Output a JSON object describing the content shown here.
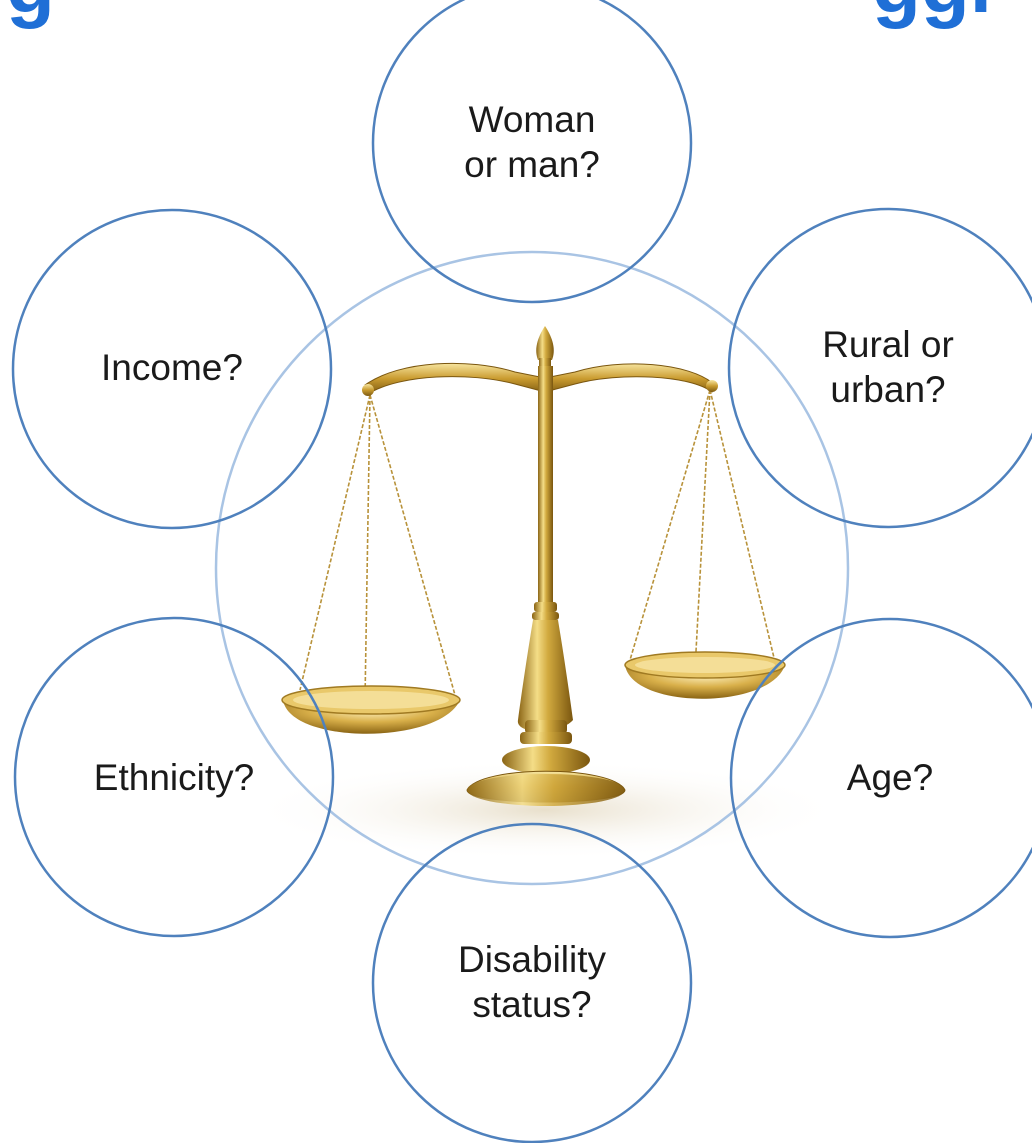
{
  "colors": {
    "title": "#1f6fd6",
    "circle_stroke": "#4f81bd",
    "center_circle_stroke": "#a9c4e4",
    "gold_light": "#f4dd87",
    "gold_mid": "#d1a93e",
    "gold_dark": "#8a6414",
    "shadow": "#e6dcc6"
  },
  "title_fragments": {
    "left": "g",
    "right": "ggr"
  },
  "center": {
    "icon": "balance-scale-icon"
  },
  "factors": {
    "gender": {
      "line1": "Woman",
      "line2": "or man?"
    },
    "income": {
      "line1": "Income?"
    },
    "location": {
      "line1": "Rural or",
      "line2": "urban?"
    },
    "ethnicity": {
      "line1": "Ethnicity?"
    },
    "age": {
      "line1": "Age?"
    },
    "disability": {
      "line1": "Disability",
      "line2": "status?"
    }
  }
}
